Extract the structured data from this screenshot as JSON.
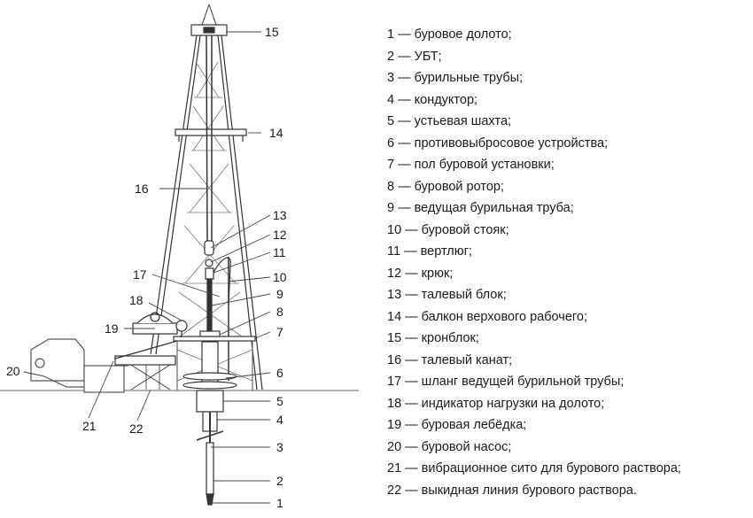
{
  "diagram": {
    "title": "",
    "callouts": [
      {
        "num": "1"
      },
      {
        "num": "2"
      },
      {
        "num": "3"
      },
      {
        "num": "4"
      },
      {
        "num": "5"
      },
      {
        "num": "6"
      },
      {
        "num": "7"
      },
      {
        "num": "8"
      },
      {
        "num": "9"
      },
      {
        "num": "10"
      },
      {
        "num": "11"
      },
      {
        "num": "12"
      },
      {
        "num": "13"
      },
      {
        "num": "14"
      },
      {
        "num": "15"
      },
      {
        "num": "16"
      },
      {
        "num": "17"
      },
      {
        "num": "18"
      },
      {
        "num": "19"
      },
      {
        "num": "20"
      },
      {
        "num": "21"
      },
      {
        "num": "22"
      }
    ]
  },
  "legend": [
    "1 — буровое долото;",
    "2 — УБТ;",
    "3 — бурильные трубы;",
    "4 — кондуктор;",
    "5 — устьевая шахта;",
    "6 — противовыбросовое устройства;",
    "7 — пол буровой установки;",
    "8 — буровой ротор;",
    "9 — ведущая бурильная труба;",
    "10 — буровой стояк;",
    "11 — вертлюг;",
    "12 — крюк;",
    "13 — талевый блок;",
    "14 — балкон верхового рабочего;",
    "15 — кронблок;",
    "16 — талевый канат;",
    "17 — шланг ведущей бурильной трубы;",
    "18 — индикатор нагрузки на долото;",
    "19 — буровая лебёдка;",
    "20 — буровой насос;",
    "21 — вибрационное сито для бурового раствора;",
    "22 — выкидная линия бурового раствора."
  ]
}
